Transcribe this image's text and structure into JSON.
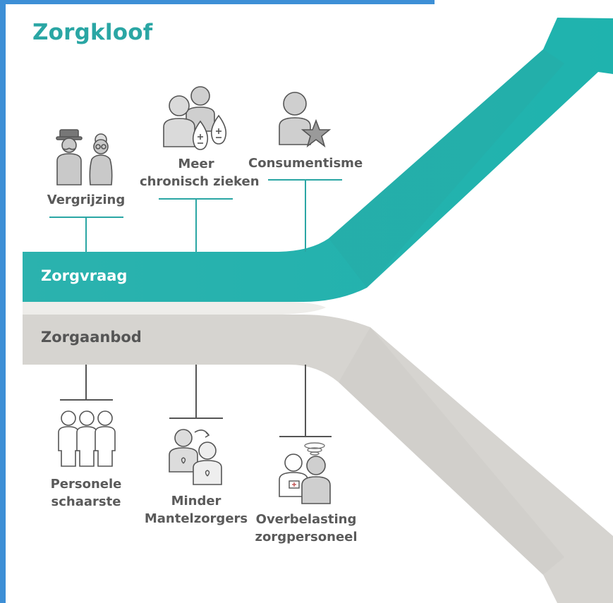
{
  "title": "Zorgkloof",
  "demand": {
    "label": "Zorgvraag",
    "color": "#2bb2ae",
    "factors": [
      {
        "label": "Vergrijzing",
        "icon": "elderly-couple-icon"
      },
      {
        "label_line1": "Meer",
        "label_line2": "chronisch zieken",
        "icon": "chronic-patients-icon"
      },
      {
        "label": "Consumentisme",
        "icon": "person-star-icon"
      }
    ]
  },
  "supply": {
    "label": "Zorgaanbod",
    "color": "#d6d4d0",
    "factors": [
      {
        "label_line1": "Personele",
        "label_line2": "schaarste",
        "icon": "staff-shortage-icon"
      },
      {
        "label_line1": "Minder",
        "label_line2": "Mantelzorgers",
        "icon": "caregivers-icon"
      },
      {
        "label_line1": "Overbelasting",
        "label_line2": "zorgpersoneel",
        "icon": "overburdened-staff-icon"
      }
    ]
  },
  "colors": {
    "accent": "#2aa6a4",
    "demand_band": "#2bb2ae",
    "supply_band": "#d6d4d0",
    "connector_teal": "#2aa6a4",
    "connector_gray": "#555555",
    "label_text": "#5a5a5a",
    "frame": "#3d8fd6"
  }
}
